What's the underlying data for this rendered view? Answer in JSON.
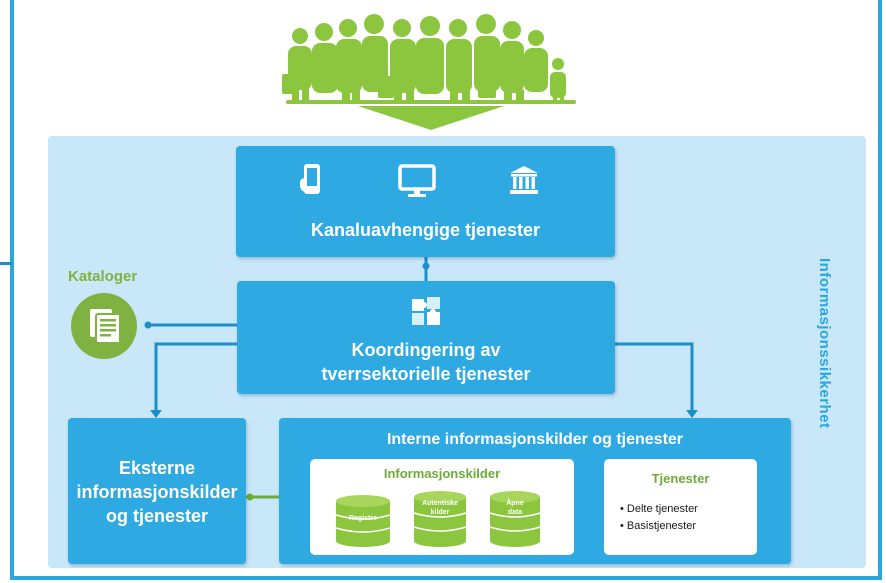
{
  "labels": {
    "top_box": "Kanaluavhengige tjenester",
    "mid_box_line1": "Koordingering av",
    "mid_box_line2": "tverrsektorielle tjenester",
    "catalog": "Kataloger",
    "external_line1": "Eksterne",
    "external_line2": "informasjonskilder",
    "external_line3": "og tjenester",
    "internal": "Interne informasjonskilder og tjenester",
    "sources_title": "Informasjonskilder",
    "db_registre": "Registre",
    "db_autentiske_1": "Autentiske",
    "db_autentiske_2": "kilder",
    "db_apne_1": "Åpne",
    "db_apne_2": "data",
    "services_title": "Tjenester",
    "service_1": "Delte tjenester",
    "service_2": "Basistjenester",
    "side_label": "Informasjonssikkerhet"
  },
  "colors": {
    "blue": "#2ea9e1",
    "dark_blue": "#1c8fc8",
    "light_panel": "#c8e7f8",
    "green": "#7fb241",
    "people_green": "#8cc63f"
  },
  "icons": [
    "people-crowd-icon",
    "mobile-phone-icon",
    "monitor-icon",
    "bank-icon",
    "puzzle-icon",
    "document-catalog-icon",
    "database-icon"
  ]
}
